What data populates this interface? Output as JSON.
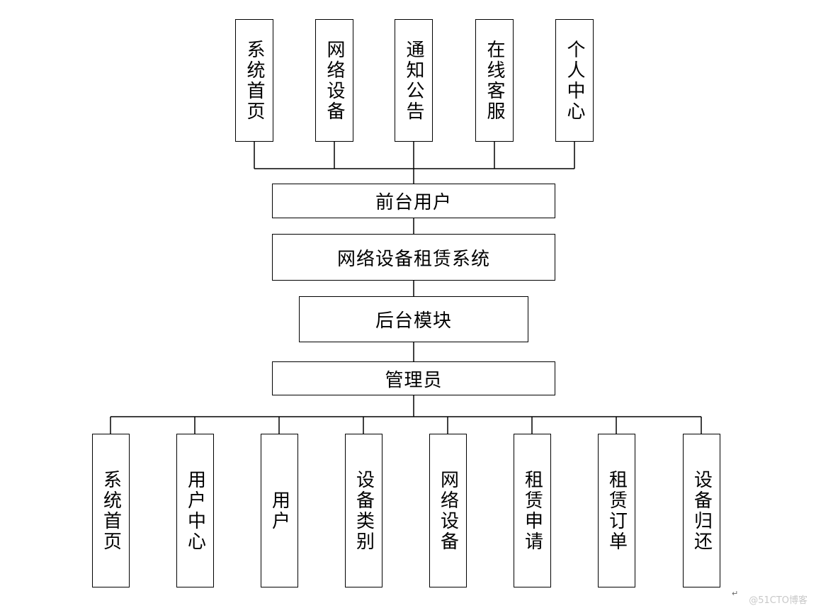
{
  "top_modules": [
    "系统首页",
    "网络设备",
    "通知公告",
    "在线客服",
    "个人中心"
  ],
  "front_user": "前台用户",
  "system_name": "网络设备租赁系统",
  "backend": "后台模块",
  "admin": "管理员",
  "bottom_modules": [
    "系统首页",
    "用户中心",
    "用户",
    "设备类别",
    "网络设备",
    "租赁申请",
    "租赁订单",
    "设备归还"
  ],
  "watermark": "@51CTO博客"
}
